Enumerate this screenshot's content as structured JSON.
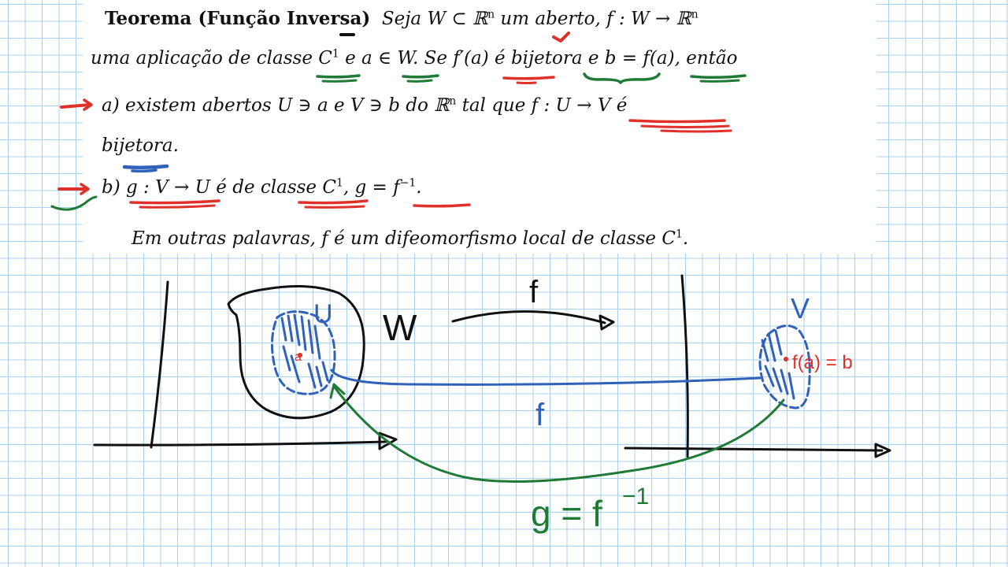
{
  "theorem": {
    "heading": "Teorema (Função Inversa)",
    "l1_a": "Seja W ⊂ ℝ",
    "exp_n": "n",
    "l1_b": " um aberto,  f : W → ℝ",
    "l2_a": "uma aplicação de classe C",
    "exp_1": "1",
    "l2_b": " e a ∈ W. Se f′(a) é bijetora e b = f(a), então",
    "item_a_1": "a) existem abertos U ∋ a e V ∋ b do ℝ",
    "item_a_2": " tal que  f : U → V  é",
    "item_a_3": "bijetora.",
    "item_b_1": "b) g : V → U  é de classe C",
    "item_b_2": ", g = f",
    "exp_inv": "−1",
    "item_b_3": ".",
    "remark_1": "Em outras palavras, f é um difeomorfismo local de classe C",
    "remark_2": "."
  },
  "diagram": {
    "label_U": "U",
    "label_W": "W",
    "label_V": "V",
    "label_a": "a",
    "label_f_top": "f",
    "label_f_mid": "f",
    "label_fa_b": "f(a) = b",
    "label_g": "g = f",
    "label_g_exp": "−1"
  },
  "colors": {
    "ink_black": "#111111",
    "ink_red": "#e0302a",
    "ink_green": "#1e7a35",
    "ink_blue": "#2f62b8",
    "grid": "#a9d1ee"
  }
}
